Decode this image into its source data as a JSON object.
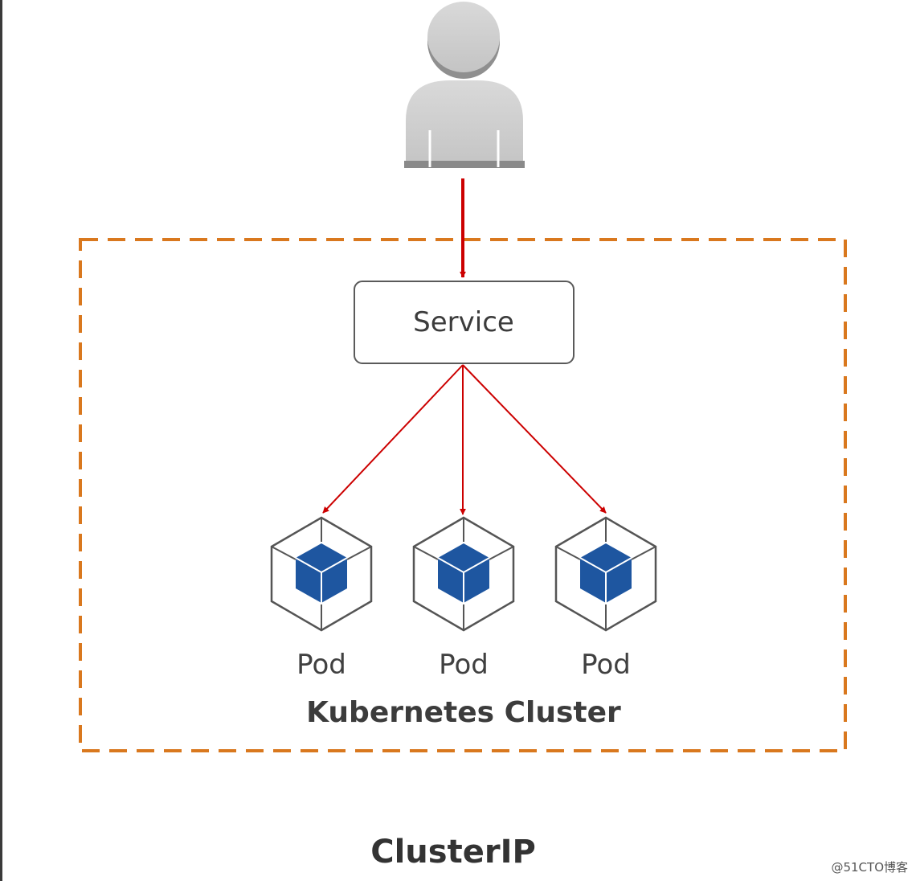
{
  "diagram": {
    "service_label": "Service",
    "pods": [
      {
        "label": "Pod"
      },
      {
        "label": "Pod"
      },
      {
        "label": "Pod"
      }
    ],
    "cluster_label": "Kubernetes Cluster",
    "caption": "ClusterIP",
    "watermark": "@51CTO博客"
  },
  "colors": {
    "arrow": "#cc0000",
    "cluster_border": "#d9781e",
    "pod_blue": "#1e56a0",
    "pod_outline": "#555555",
    "user_gray": "#c8c8c8"
  }
}
